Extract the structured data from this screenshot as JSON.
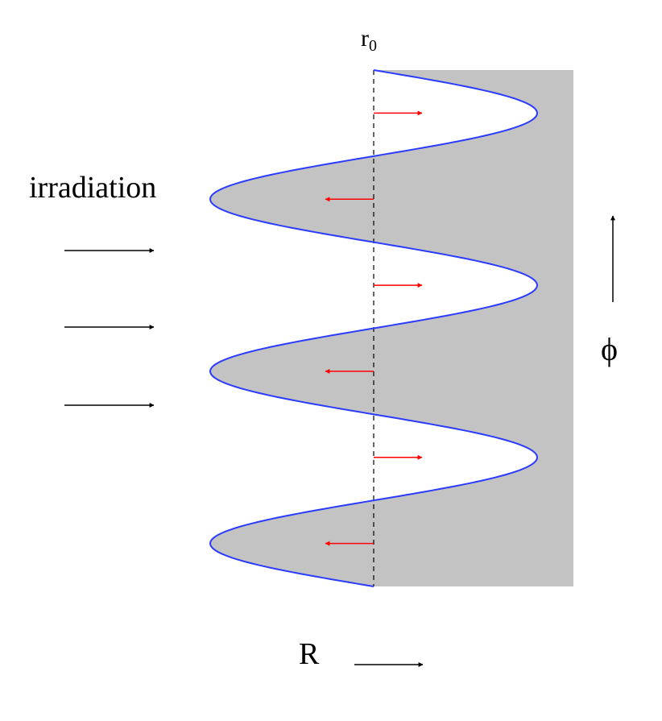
{
  "labels": {
    "r0_base": "r",
    "r0_sub": "0",
    "irradiation": "irradiation",
    "phi": "ϕ",
    "R": "R"
  },
  "colors": {
    "medium_fill": "#c3c3c3",
    "interface_curve": "#2b3bff",
    "displacement_arrow": "#ff0000",
    "arrow": "#000000",
    "reference_line": "#000000"
  },
  "interface": {
    "oscillations": 3,
    "starts_at": "r0",
    "first_displacement": "toward R",
    "reference_line_style": "dashed"
  },
  "displacement_arrows": [
    "right",
    "left",
    "right",
    "left",
    "right",
    "left"
  ],
  "irradiation_arrow_count": 3,
  "icons": {
    "irradiation_arrows": "right-arrow-icon",
    "phi_arrow": "up-arrow-icon",
    "R_arrow": "right-arrow-icon"
  }
}
